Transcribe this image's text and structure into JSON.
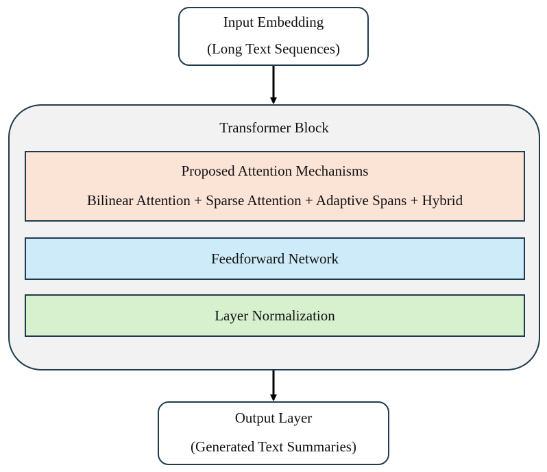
{
  "input": {
    "title": "Input Embedding",
    "subtitle": "(Long Text Sequences)"
  },
  "transformer": {
    "title": "Transformer Block",
    "attention": {
      "title": "Proposed Attention Mechanisms",
      "components": "Bilinear Attention + Sparse Attention + Adaptive Spans + Hybrid"
    },
    "feedforward": "Feedforward Network",
    "normalization": "Layer Normalization"
  },
  "output": {
    "title": "Output Layer",
    "subtitle": "(Generated Text Summaries)"
  },
  "colors": {
    "border": "#1f3a4d",
    "block_fill": "#f2f2f2",
    "attention_fill": "#fbe3d6",
    "feedforward_fill": "#cdebf8",
    "normalization_fill": "#d7f0cd"
  }
}
